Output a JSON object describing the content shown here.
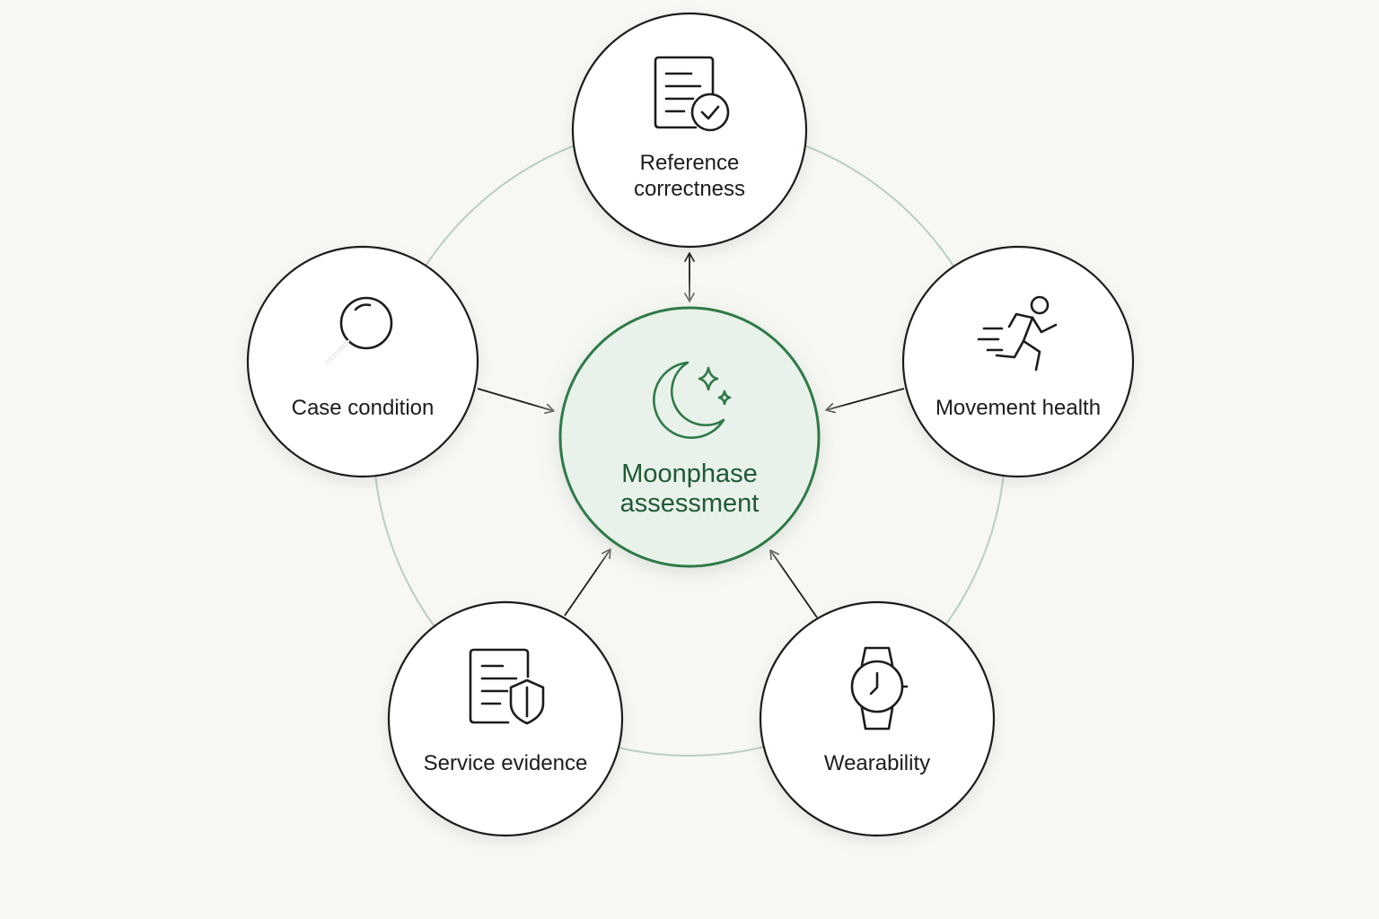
{
  "colors": {
    "background": "#f7f7f3",
    "node_fill": "#ffffff",
    "node_stroke": "#1c1c1c",
    "center_fill": "#e9f2ea",
    "center_stroke": "#2f7a47",
    "center_text": "#1f5a34",
    "orbit_ring": "#b9cfbf",
    "arrow": "#1c1c1c"
  },
  "center": {
    "icon": "moon-stars-icon",
    "label_line1": "Moonphase",
    "label_line2": "assessment"
  },
  "nodes": [
    {
      "id": "reference",
      "icon": "document-check-icon",
      "label_line1": "Reference",
      "label_line2": "correctness",
      "arrow": "bidirectional"
    },
    {
      "id": "movement",
      "icon": "running-person-icon",
      "label_line1": "Movement health",
      "label_line2": "",
      "arrow": "to-center"
    },
    {
      "id": "wearability",
      "icon": "wristwatch-icon",
      "label_line1": "Wearability",
      "label_line2": "",
      "arrow": "to-center"
    },
    {
      "id": "service",
      "icon": "document-shield-icon",
      "label_line1": "Service evidence",
      "label_line2": "",
      "arrow": "to-center"
    },
    {
      "id": "case",
      "icon": "magnifier-icon",
      "label_line1": "Case condition",
      "label_line2": "",
      "arrow": "to-center"
    }
  ]
}
